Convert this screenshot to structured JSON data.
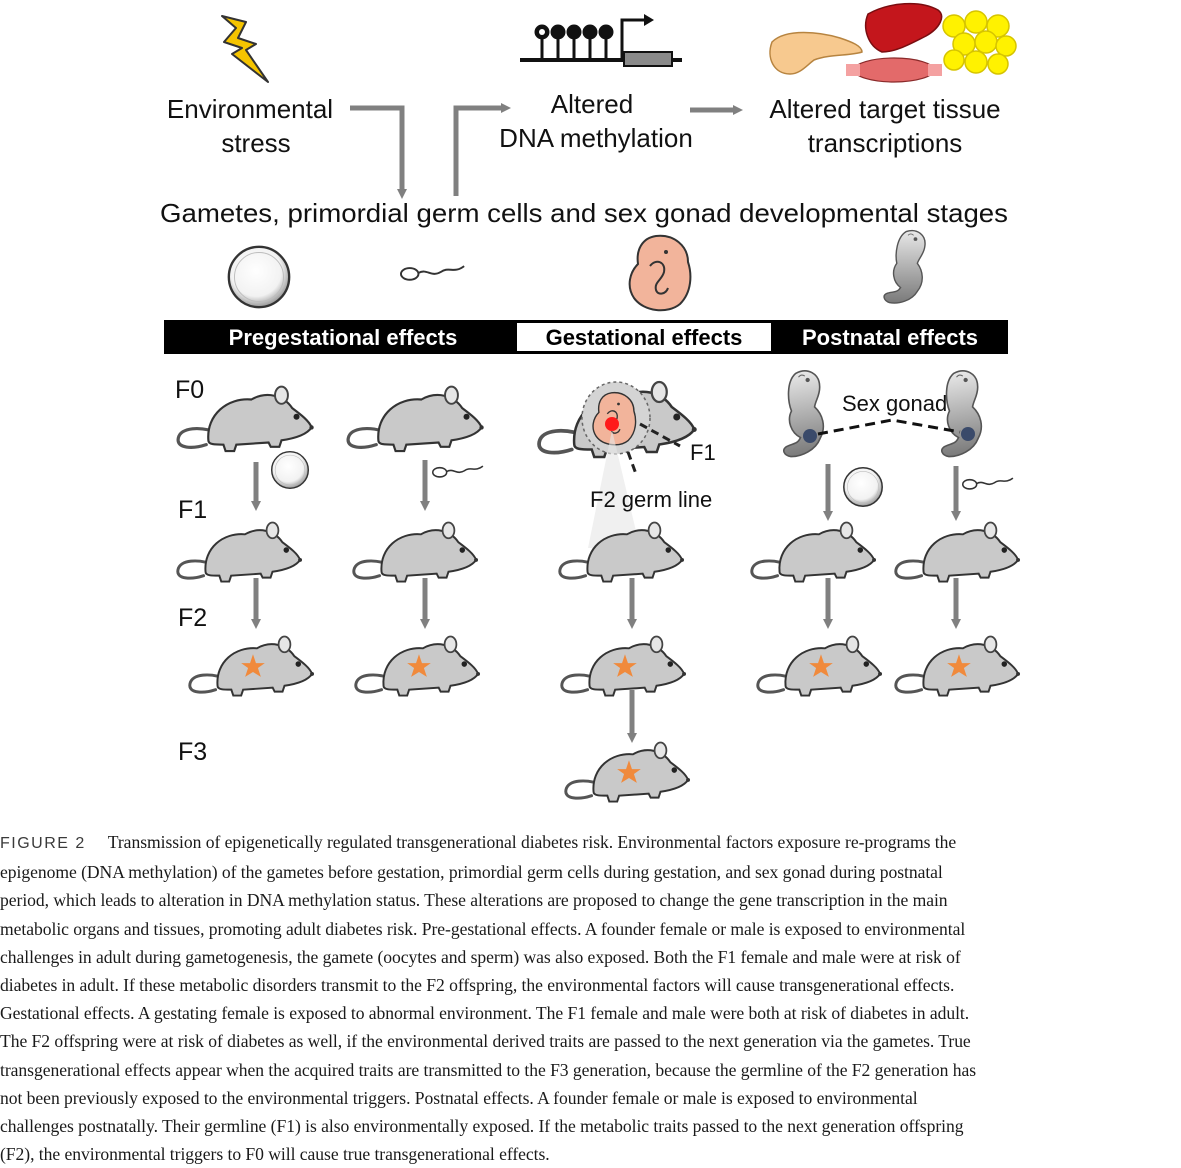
{
  "flow": {
    "stress_line1": "Environmental",
    "stress_line2": "stress",
    "methylation_line1": "Altered",
    "methylation_line2": "DNA methylation",
    "tissue_line1": "Altered target tissue",
    "tissue_line2": "transcriptions",
    "stages_title": "Gametes, primordial germ cells and sex gonad developmental stages"
  },
  "bar": {
    "pregestational": "Pregestational effects",
    "gestational": "Gestational effects",
    "postnatal": "Postnatal effects"
  },
  "generations": {
    "f0": "F0",
    "f1": "F1",
    "f2": "F2",
    "f3": "F3"
  },
  "labels": {
    "f1_embryo": "F1",
    "f2_germ_line": "F2 germ line",
    "sex_gonad": "Sex gonad"
  },
  "colors": {
    "mouse_fill": "#c9c9c9",
    "arrow": "#808080",
    "star": "#f08a3c",
    "embryo": "#f2b49b",
    "bar_black": "#000000"
  },
  "caption": {
    "label": "FIGURE 2",
    "lines": [
      "Transmission of epigenetically regulated transgenerational diabetes risk. Environmental factors exposure re-programs the",
      "epigenome (DNA methylation) of the gametes before gestation, primordial germ cells during gestation, and sex gonad during postnatal",
      "period, which leads to alteration in DNA methylation status. These alterations are proposed to change the gene transcription in the main",
      "metabolic organs and tissues, promoting adult diabetes risk. Pre-gestational effects. A founder female or male is exposed to environmental",
      "challenges in adult during gametogenesis, the gamete (oocytes and sperm) was also exposed. Both the F1 female and male were at risk of",
      "diabetes in adult. If these metabolic disorders transmit to the F2 offspring, the environmental factors will cause transgenerational effects.",
      "Gestational effects. A gestating female is exposed to abnormal environment. The F1 female and male were both at risk of diabetes in adult.",
      "The F2 offspring were at risk of diabetes as well, if the environmental derived traits are passed to the next generation via the gametes. True",
      "transgenerational effects appear when the acquired traits are transmitted to the F3 generation, because the germline of the F2 generation has",
      "not been previously exposed to the environmental triggers. Postnatal effects. A founder female or male is exposed to environmental",
      "challenges postnatally. Their germline (F1) is also environmentally exposed. If the metabolic traits passed to the next generation offspring",
      "(F2), the environmental triggers to F0 will cause true transgenerational effects."
    ]
  }
}
